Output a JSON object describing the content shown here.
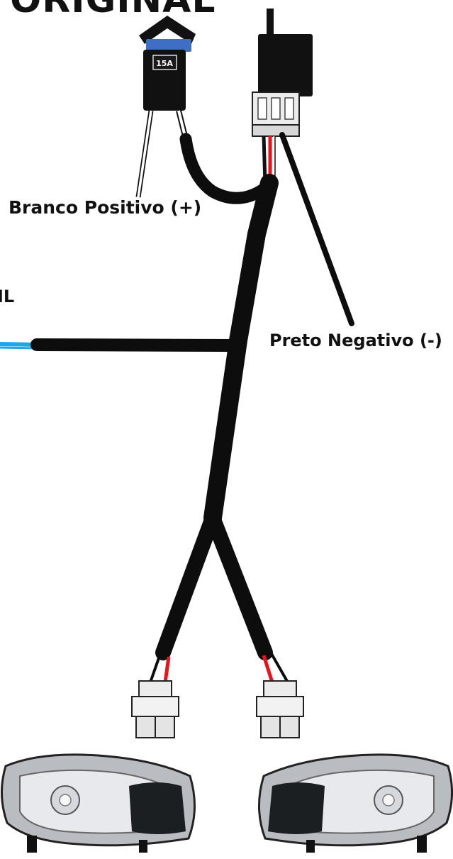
{
  "title_fragment": "ORIGINAL",
  "labels": {
    "white_wire": "Branco Positivo (+)",
    "black_wire": "Preto Negativo (-)",
    "left_cut": "IL"
  },
  "fuse": {
    "rating": "15A"
  },
  "colors": {
    "harness": "#0d0d0d",
    "positive_wire": "#e8141b",
    "signal_wire": "#1ea6e6",
    "fuse_blue": "#3f6fc4",
    "connector": "#ececec"
  }
}
